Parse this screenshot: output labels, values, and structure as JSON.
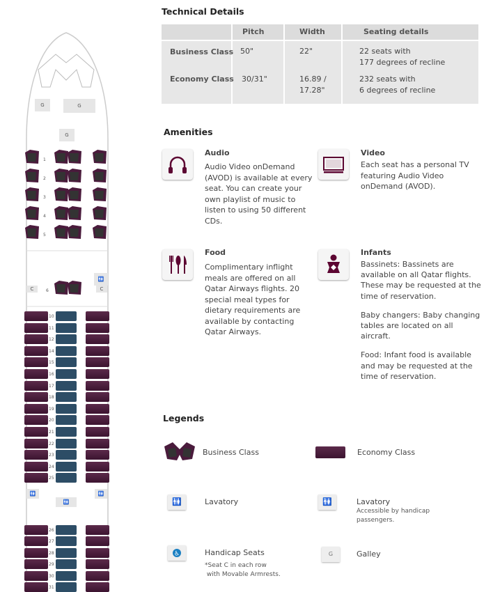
{
  "tech": {
    "title": "Technical Details",
    "headers": [
      "Pitch",
      "Width",
      "Seating details"
    ],
    "rows": [
      {
        "class": "Business Class",
        "pitch": "50\"",
        "width1": "22\"",
        "width2": "",
        "seat1": "22 seats with",
        "seat2": "177 degrees of recline"
      },
      {
        "class": "Economy Class",
        "pitch": "30/31\"",
        "width1": "16.89 /",
        "width2": "17.28\"",
        "seat1": "232 seats with",
        "seat2": "6 degrees of recline"
      }
    ]
  },
  "amenities": {
    "title": "Amenities",
    "items": [
      {
        "icon": "headphones-icon",
        "title": "Audio",
        "text": [
          "Audio Video onDemand",
          "(AVOD) is available at every",
          "seat. You can create your",
          "own playlist of music to",
          "listen to using 50 different",
          "CDs."
        ]
      },
      {
        "icon": "tv-icon",
        "title": "Video",
        "text": [
          "Each seat has a personal TV",
          "featuring Audio Video",
          "onDemand (AVOD)."
        ]
      },
      {
        "icon": "cutlery-icon",
        "title": "Food",
        "text": [
          "Complimentary inflight",
          "meals are offered on all",
          "Qatar Airways flights. 20",
          "special meal types for",
          "dietary requirements are",
          "available by contacting",
          "Qatar Airways."
        ]
      },
      {
        "icon": "baby-icon",
        "title": "Infants",
        "text": [
          "Bassinets: Bassinets are",
          "available on all Qatar flights.",
          "These may be requested at the",
          "time of reservation.",
          "",
          "Baby changers: Baby changing",
          "tables are located on all",
          "aircraft.",
          "",
          "Food: Infant food is available",
          "and may be requested at the",
          "time of reservation."
        ]
      }
    ]
  },
  "legends": {
    "title": "Legends",
    "business": "Business Class",
    "economy": "Economy Class",
    "lavatory": "Lavatory",
    "lavatory_hc": "Lavatory",
    "lavatory_hc_sub": [
      "Accessible by handicap",
      "passengers."
    ],
    "handicap": "Handicap Seats",
    "handicap_sub": [
      "*Seat C in each row",
      " with Movable Armrests."
    ],
    "galley": "Galley",
    "galley_letter": "G"
  },
  "seatmap": {
    "galley_letter": "G",
    "closet_letter": "C",
    "business_rows": [
      "1",
      "2",
      "3",
      "4",
      "5"
    ],
    "business_row6": "6",
    "economy_rows": [
      "10",
      "11",
      "12",
      "14",
      "15",
      "16",
      "17",
      "18",
      "19",
      "20",
      "21",
      "22",
      "23",
      "24",
      "25"
    ],
    "economy_rows2": [
      "26",
      "27",
      "28",
      "29",
      "30",
      "31"
    ]
  },
  "colors": {
    "brand": "#5c0632",
    "seat_purple": "#4a1b3c",
    "table_bg": "#e7e7e7"
  }
}
